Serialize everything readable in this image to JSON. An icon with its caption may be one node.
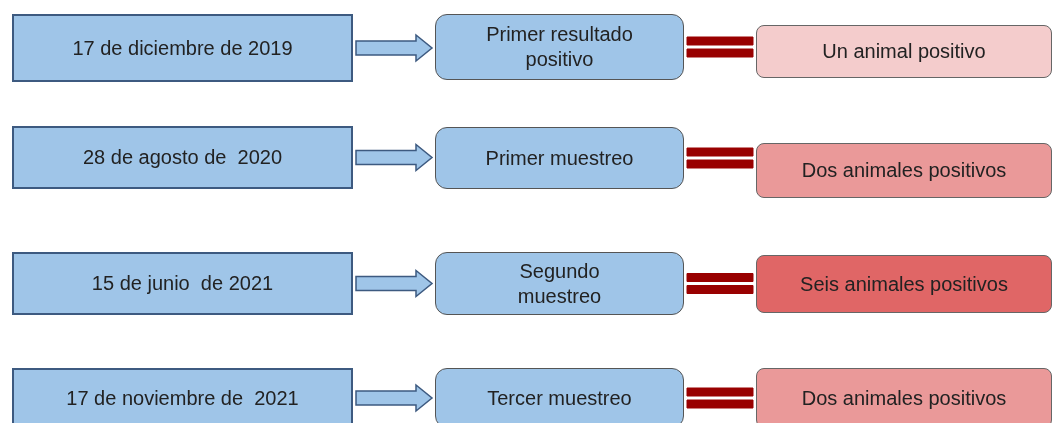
{
  "diagram": {
    "nodes": [
      {
        "text": [
          "17 de diciembre de 2019"
        ]
      },
      {
        "text": [
          "Primer resultado positivo"
        ]
      },
      {
        "text": [
          "Un animal positivo"
        ]
      },
      {
        "text": [
          "28 de agosto de  2020"
        ]
      },
      {
        "text": [
          "Primer muestreo"
        ]
      },
      {
        "text": [
          "Dos animales positivos"
        ]
      },
      {
        "text": [
          "15 de junio  de 2021"
        ]
      },
      {
        "text": [
          "Segundo muestreo"
        ]
      },
      {
        "text": [
          "Seis animales positivos"
        ]
      },
      {
        "text": [
          "17 de noviembre de  2021"
        ]
      },
      {
        "text": [
          "Tercer muestreo"
        ]
      },
      {
        "text": [
          "Dos animales positivos"
        ]
      }
    ],
    "edges": [
      {
        "from": 0,
        "to": 1,
        "arrow": "to"
      },
      {
        "from": 1,
        "to": 2,
        "arrow": "none",
        "style": "thick",
        "color": "#990000"
      },
      {
        "from": 3,
        "to": 4,
        "arrow": "to"
      },
      {
        "from": 4,
        "to": 5,
        "arrow": "none",
        "style": "thick",
        "color": "#990000"
      },
      {
        "from": 6,
        "to": 7,
        "arrow": "to"
      },
      {
        "from": 7,
        "to": 8,
        "arrow": "none",
        "style": "thick",
        "color": "#990000"
      },
      {
        "from": 9,
        "to": 10,
        "arrow": "to"
      },
      {
        "from": 10,
        "to": 11,
        "arrow": "none",
        "style": "thick",
        "color": "#990000"
      }
    ]
  }
}
